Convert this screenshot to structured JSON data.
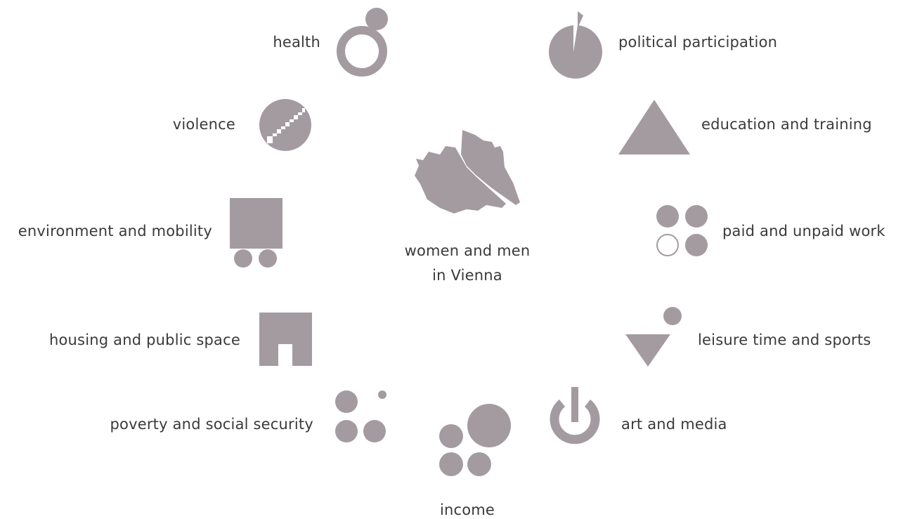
{
  "center": {
    "line1": "women and men",
    "line2": "in Vienna",
    "icon": "vienna-map-icon"
  },
  "topics": {
    "health": {
      "label": "health",
      "icon": "ring-icon"
    },
    "political": {
      "label": "political participation",
      "icon": "pie-icon"
    },
    "violence": {
      "label": "violence",
      "icon": "stairs-circle-icon"
    },
    "education": {
      "label": "education and training",
      "icon": "triangle-icon"
    },
    "environment": {
      "label": "environment and mobility",
      "icon": "cart-icon"
    },
    "work": {
      "label": "paid and unpaid work",
      "icon": "four-dots-icon"
    },
    "housing": {
      "label": "housing and public space",
      "icon": "house-icon"
    },
    "leisure": {
      "label": "leisure time and sports",
      "icon": "ball-triangle-icon"
    },
    "poverty": {
      "label": "poverty and social security",
      "icon": "scattered-dots-icon"
    },
    "art": {
      "label": "art and media",
      "icon": "power-icon"
    },
    "income": {
      "label": "income",
      "icon": "growing-dots-icon"
    }
  },
  "colors": {
    "icon": "#a49ba1",
    "text": "#3a3a3a",
    "background": "#ffffff"
  }
}
